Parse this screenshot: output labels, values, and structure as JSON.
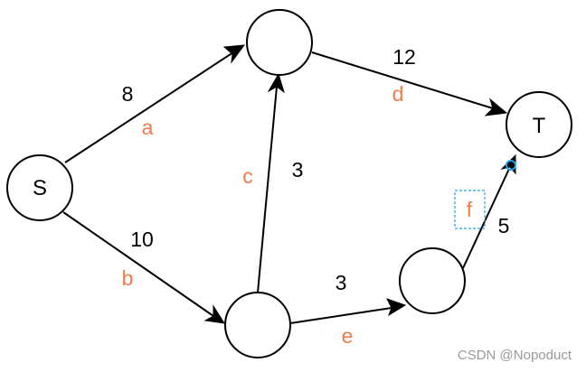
{
  "colors": {
    "edge_name": "#f07a4b",
    "selection": "#1aa3e8",
    "watermark": "#9a9a9a"
  },
  "nodes": {
    "s": {
      "label": "S"
    },
    "top": {
      "label": ""
    },
    "bottom": {
      "label": ""
    },
    "right": {
      "label": ""
    },
    "t": {
      "label": "T"
    }
  },
  "edges": {
    "a": {
      "name": "a",
      "weight": "8"
    },
    "b": {
      "name": "b",
      "weight": "10"
    },
    "c": {
      "name": "c",
      "weight": "3"
    },
    "d": {
      "name": "d",
      "weight": "12"
    },
    "e": {
      "name": "e",
      "weight": "3"
    },
    "f": {
      "name": "f",
      "weight": "5"
    }
  },
  "watermark": "CSDN @Nopoduct"
}
